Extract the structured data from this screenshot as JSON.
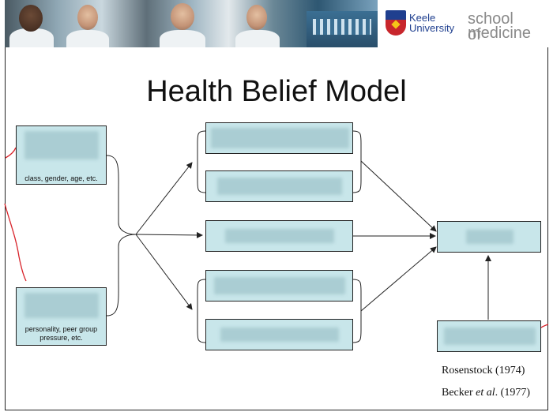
{
  "header": {
    "university": [
      "Keele",
      "University"
    ],
    "school": [
      "school of",
      "medicine"
    ]
  },
  "title": "Health Belief Model",
  "boxes": {
    "demographic_caption": "class, gender, age, etc.",
    "sociopsychological_caption": "personality, peer group pressure, etc."
  },
  "references": {
    "ref1": "Rosenstock (1974)",
    "ref2_author": "Becker",
    "ref2_etal": "et al",
    "ref2_year": ". (1977)"
  },
  "colors": {
    "box_fill": "#c8e6ea",
    "annotation": "#d8232a",
    "title_text": "#111111"
  }
}
